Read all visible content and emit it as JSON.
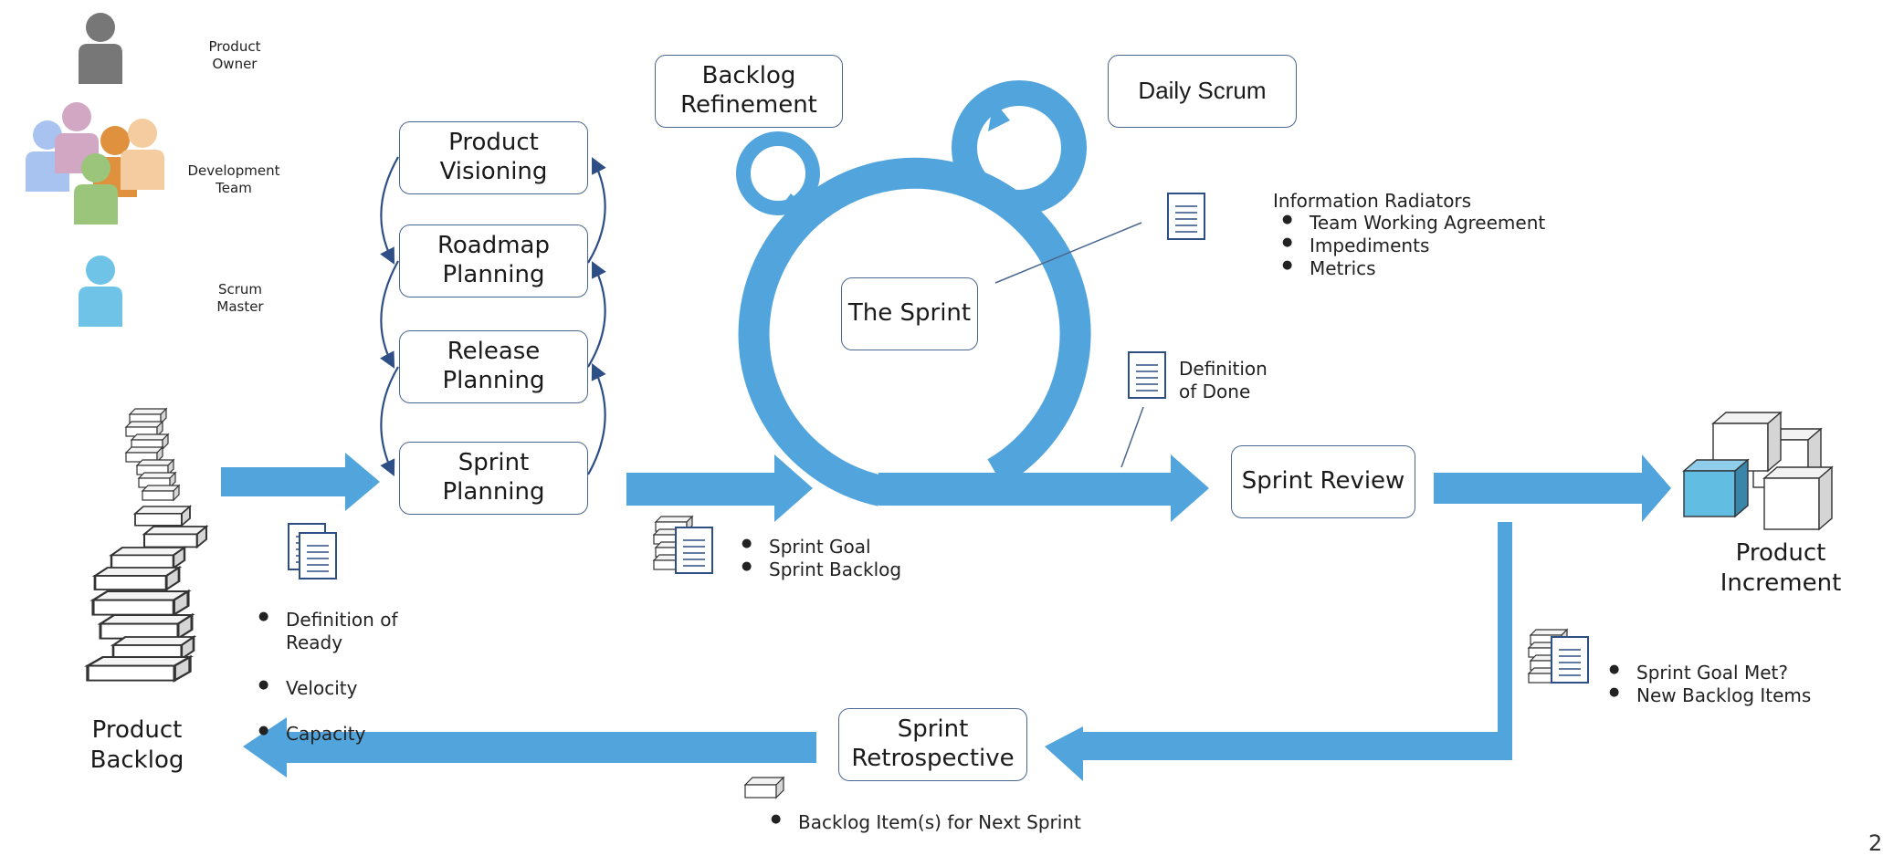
{
  "roles": {
    "product_owner": "Product\nOwner",
    "development_team": "Development\nTeam",
    "scrum_master": "Scrum\nMaster"
  },
  "planning": {
    "product_visioning": "Product\nVisioning",
    "roadmap_planning": "Roadmap\nPlanning",
    "release_planning": "Release\nPlanning",
    "sprint_planning": "Sprint\nPlanning"
  },
  "events": {
    "backlog_refinement": "Backlog\nRefinement",
    "daily_scrum": "Daily Scrum",
    "the_sprint": "The Sprint",
    "sprint_review": "Sprint Review",
    "sprint_retrospective": "Sprint\nRetrospective"
  },
  "artifacts": {
    "product_backlog": "Product\nBacklog",
    "product_increment": "Product\nIncrement",
    "definition_of_done": "Definition\nof Done"
  },
  "information_radiators": {
    "title": "Information Radiators",
    "items": [
      "Team Working Agreement",
      "Impediments",
      "Metrics"
    ]
  },
  "planning_inputs": [
    "Definition of\nReady",
    "Velocity",
    "Capacity"
  ],
  "sprint_planning_outputs": [
    "Sprint Goal",
    "Sprint Backlog"
  ],
  "review_outputs": [
    "Sprint Goal Met?",
    "New Backlog Items"
  ],
  "retrospective_outputs": [
    "Backlog Item(s) for Next Sprint"
  ],
  "page_number": "2",
  "colors": {
    "flow_blue": "#52a4dd",
    "box_border": "#4a6790",
    "product_owner": "#777777",
    "scrum_master": "#6ec3e6"
  },
  "icons": [
    "person-icon",
    "document-icon",
    "document-stack-icon",
    "box-stack-icon",
    "cube-icon"
  ]
}
